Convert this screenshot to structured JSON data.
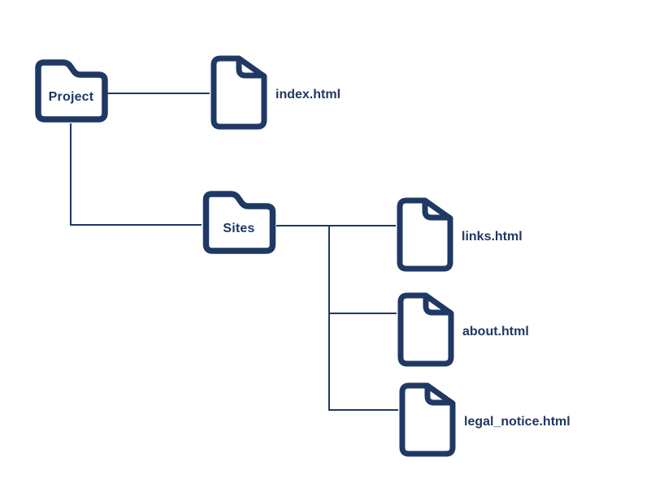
{
  "colors": {
    "accent": "#1f3864",
    "line": "#1f3864",
    "background": "#ffffff"
  },
  "diagram": {
    "type": "file-tree",
    "hierarchy": {
      "Project": [
        "index.html",
        {
          "Sites": [
            "links.html",
            "about.html",
            "legal_notice.html"
          ]
        }
      ]
    }
  },
  "nodes": {
    "project": {
      "label": "Project",
      "kind": "folder"
    },
    "index": {
      "label": "index.html",
      "kind": "file"
    },
    "sites": {
      "label": "Sites",
      "kind": "folder"
    },
    "links": {
      "label": "links.html",
      "kind": "file"
    },
    "about": {
      "label": "about.html",
      "kind": "file"
    },
    "legal": {
      "label": "legal_notice.html",
      "kind": "file"
    }
  }
}
